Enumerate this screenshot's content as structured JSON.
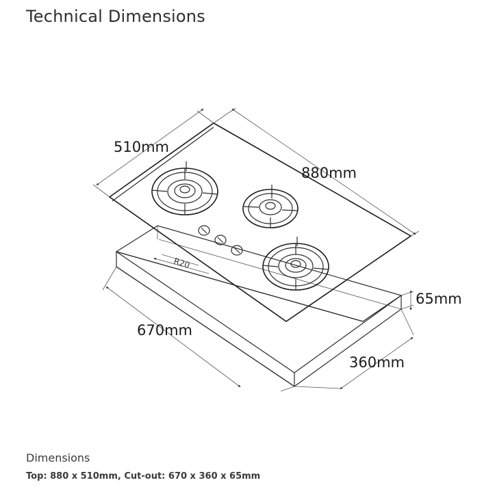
{
  "page": {
    "title": "Technical Dimensions"
  },
  "diagram": {
    "labels": {
      "top_depth": "510mm",
      "top_width": "880mm",
      "cutout_height": "65mm",
      "cutout_width": "670mm",
      "cutout_depth": "360mm",
      "corner_radius": "R20"
    }
  },
  "specs": {
    "heading": "Dimensions",
    "text": "Top: 880 x 510mm, Cut-out: 670 x 360 x 65mm"
  }
}
